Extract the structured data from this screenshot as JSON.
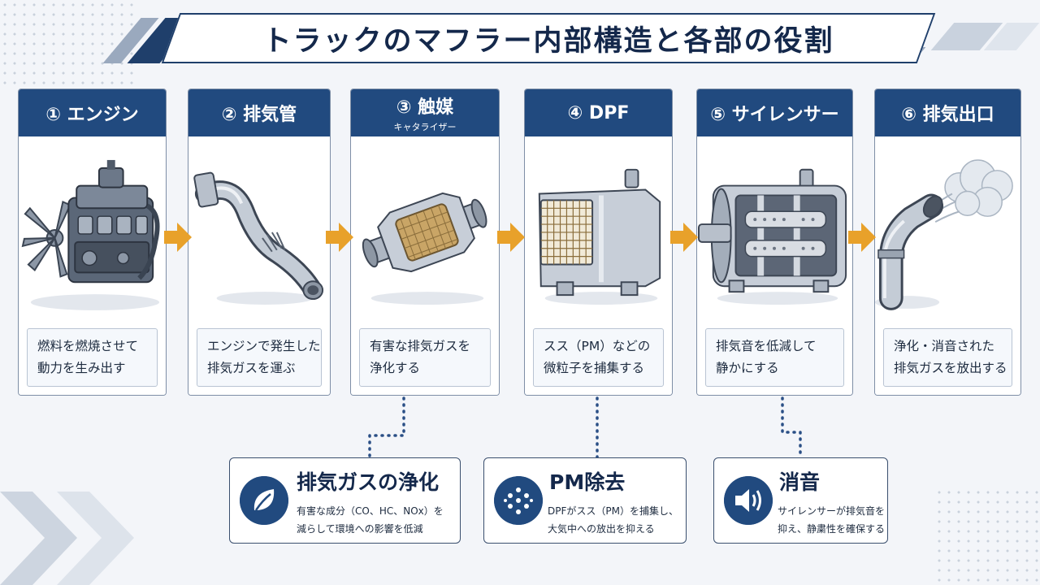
{
  "title": "トラックのマフラー内部構造と各部の役割",
  "colors": {
    "navy": "#214a7f",
    "arrow_orange": "#e8a12a",
    "connector": "#2a4f86"
  },
  "steps": [
    {
      "title": "① エンジン",
      "subtitle": "",
      "illustration": "engine-icon",
      "desc": [
        "燃料を燃焼させて",
        "動力を生み出す"
      ]
    },
    {
      "title": "② 排気管",
      "subtitle": "",
      "illustration": "exhaust-pipe-icon",
      "desc": [
        "エンジンで発生した",
        "排気ガスを運ぶ"
      ]
    },
    {
      "title": "③ 触媒",
      "subtitle": "キャタライザー",
      "illustration": "catalytic-converter-icon",
      "desc": [
        "有害な排気ガスを",
        "浄化する"
      ]
    },
    {
      "title": "④ DPF",
      "subtitle": "",
      "illustration": "dpf-filter-icon",
      "desc": [
        "スス（PM）などの",
        "微粒子を捕集する"
      ]
    },
    {
      "title": "⑤ サイレンサー",
      "subtitle": "",
      "illustration": "silencer-icon",
      "desc": [
        "排気音を低減して",
        "静かにする"
      ]
    },
    {
      "title": "⑥ 排気出口",
      "subtitle": "",
      "illustration": "exhaust-outlet-icon",
      "desc": [
        "浄化・消音された",
        "排気ガスを放出する"
      ]
    }
  ],
  "info_boxes": [
    {
      "title": "排気ガスの浄化",
      "icon": "leaf-icon",
      "desc": [
        "有害な成分（CO、HC、NOx）を",
        "減らして環境への影響を低減"
      ]
    },
    {
      "title": "PM除去",
      "icon": "particles-icon",
      "desc": [
        "DPFがスス（PM）を捕集し、",
        "大気中への放出を抑える"
      ]
    },
    {
      "title": "消音",
      "icon": "speaker-icon",
      "desc": [
        "サイレンサーが排気音を",
        "抑え、静粛性を確保する"
      ]
    }
  ]
}
